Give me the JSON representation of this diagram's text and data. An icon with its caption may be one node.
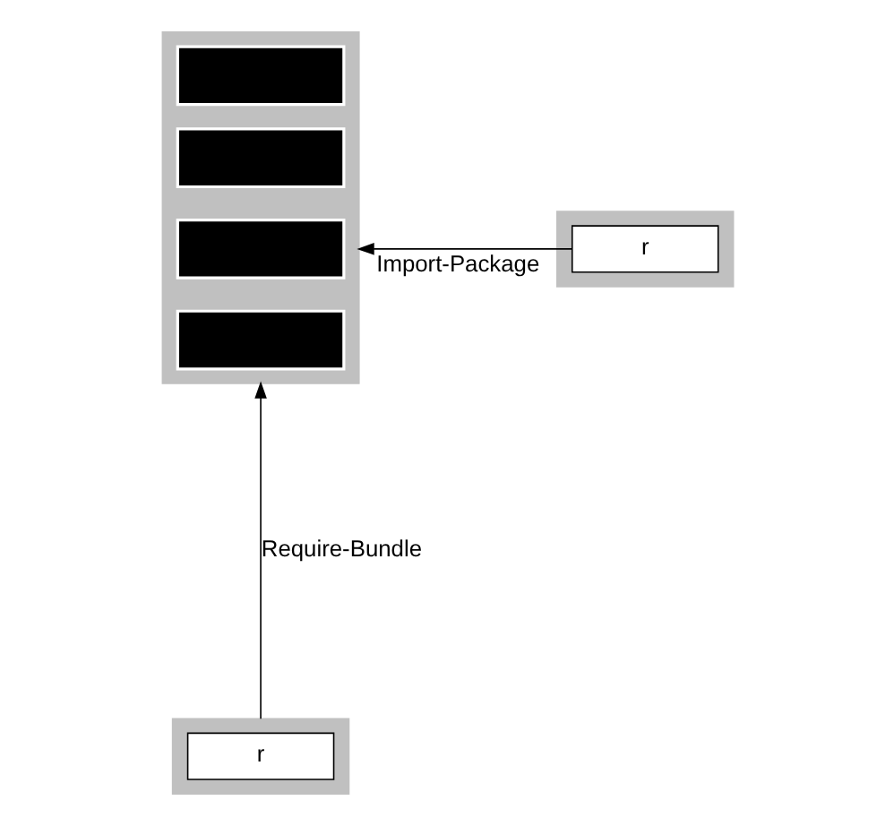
{
  "diagram": {
    "nodes": [
      {
        "text": [],
        "shape": "box"
      },
      {
        "text": [],
        "shape": "box",
        "in": 0
      },
      {
        "text": [],
        "shape": "box",
        "in": 0
      },
      {
        "text": [],
        "shape": "box",
        "in": 0
      },
      {
        "text": [],
        "shape": "box",
        "in": 0
      },
      {
        "text": [],
        "shape": "box"
      },
      {
        "text": [
          "r"
        ],
        "in": 5
      },
      {
        "text": [],
        "shape": "box"
      },
      {
        "text": [
          "r"
        ],
        "in": 7
      }
    ],
    "edges": [
      {
        "from": 6,
        "to": 0,
        "arrow": "to",
        "label": "Import-Package"
      },
      {
        "from": 7,
        "to": 0,
        "arrow": "to",
        "label": "Require-Bundle"
      }
    ]
  }
}
